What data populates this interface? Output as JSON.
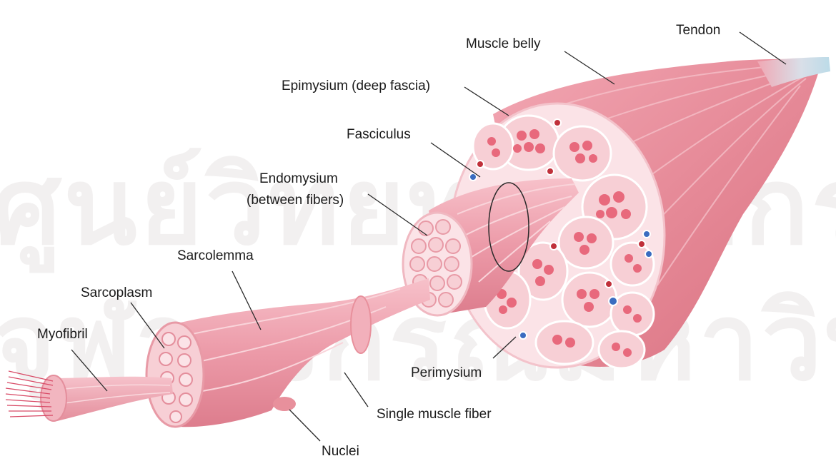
{
  "labels": {
    "tendon": "Tendon",
    "muscle_belly": "Muscle belly",
    "epimysium": "Epimysium (deep fascia)",
    "fasciculus": "Fasciculus",
    "endomysium_line1": "Endomysium",
    "endomysium_line2": "(between fibers)",
    "sarcolemma": "Sarcolemma",
    "sarcoplasm": "Sarcoplasm",
    "myofibril": "Myofibril",
    "perimysium": "Perimysium",
    "single_fiber": "Single muscle fiber",
    "nuclei": "Nuclei"
  },
  "watermark": {
    "line1": "ศูนย์วิทยทรัพยากร",
    "line2": "จุฬาลงกรณ์มหาวิทยาลัย"
  },
  "colors": {
    "muscle": "#e8909c",
    "muscle_light": "#f6c8cf",
    "fiber": "#f0a4b0",
    "fascicle_fill": "#e8697c",
    "sheath": "#fbe3e7",
    "tendon": "#cfe4ee",
    "leader_line": "#2a2a2a",
    "vessel_red": "#c0303a",
    "vessel_blue": "#3a6cc0"
  }
}
